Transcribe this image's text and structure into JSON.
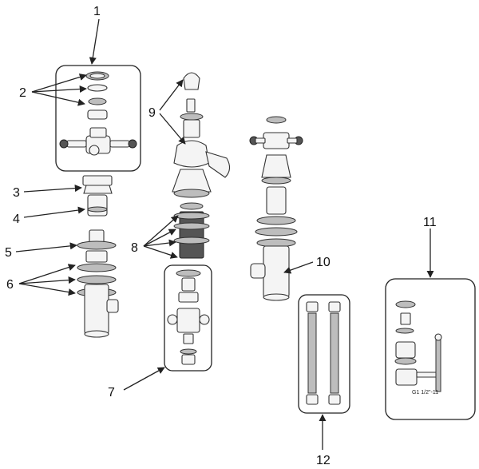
{
  "callouts": [
    "1",
    "2",
    "3",
    "4",
    "5",
    "6",
    "7",
    "8",
    "9",
    "10",
    "11",
    "12"
  ],
  "drain_thread_label": "G1 1/2\"-11"
}
